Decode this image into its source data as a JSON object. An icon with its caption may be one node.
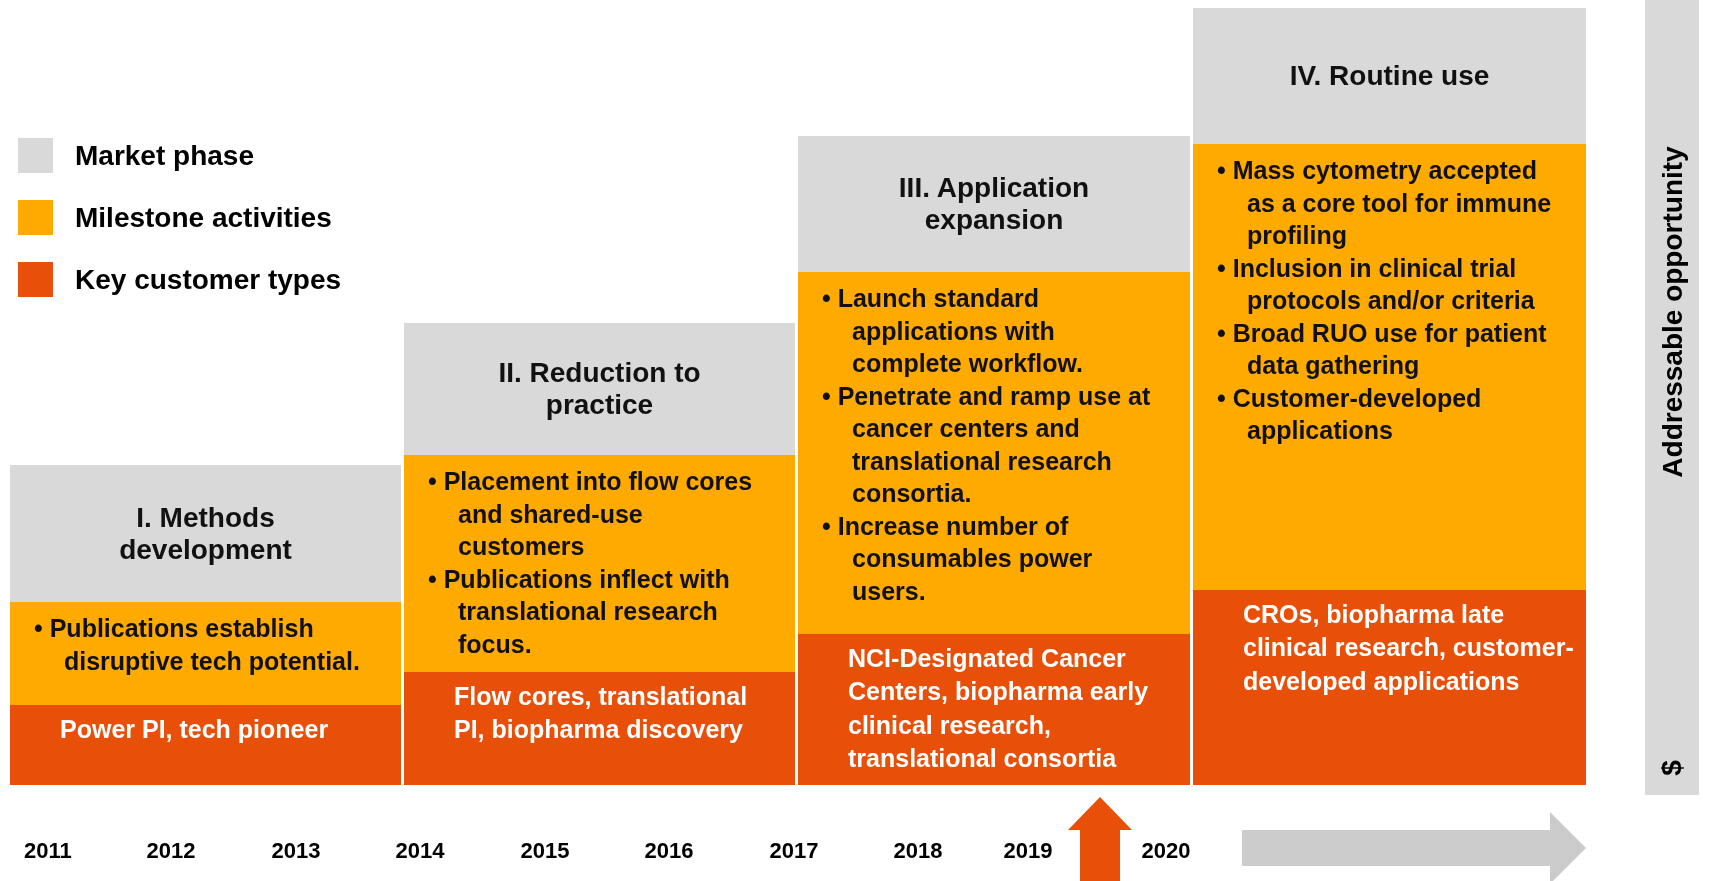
{
  "diagram": {
    "nodes": [
      {
        "text": [
          "I. Methods development"
        ]
      },
      {
        "text": [
          "• Publications establish disruptive tech potential."
        ]
      },
      {
        "text": [
          "Power PI, tech pioneer"
        ]
      },
      {
        "text": [
          "II. Reduction to practice"
        ]
      },
      {
        "text": [
          "• Placement into flow cores and shared-use customers",
          "• Publications inflect with translational research focus."
        ]
      },
      {
        "text": [
          "Flow cores, translational PI, biopharma discovery"
        ]
      },
      {
        "text": [
          "III. Application expansion"
        ]
      },
      {
        "text": [
          "• Launch standard applications with complete workflow.",
          "• Penetrate and ramp use at cancer centers and translational research consortia.",
          "• Increase number of consumables power users."
        ]
      },
      {
        "text": [
          "NCI-Designated Cancer Centers, biopharma early clinical research, translational consortia"
        ]
      },
      {
        "text": [
          "IV. Routine use"
        ]
      },
      {
        "text": [
          "• Mass cytometry accepted as a core tool for immune profiling",
          "• Inclusion in clinical trial protocols and/or criteria",
          "• Broad RUO use for patient data gathering",
          "• Customer-developed applications"
        ]
      },
      {
        "text": [
          "CROs, biopharma late clinical research, customer-developed applications"
        ]
      }
    ],
    "labels": [
      "Addressable opportunity",
      "$",
      "2011",
      "2012",
      "2013",
      "2014",
      "2015",
      "2016",
      "2017",
      "2018",
      "2019",
      "2020"
    ],
    "legend": [
      {
        "text": "Market phase",
        "color": "#d9d9d9"
      },
      {
        "text": "Milestone activities",
        "color": "#ffaa00"
      },
      {
        "text": "Key customer types",
        "color": "#e8500a"
      }
    ]
  }
}
